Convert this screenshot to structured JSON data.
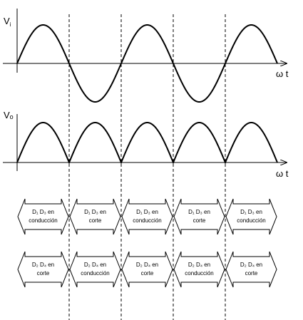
{
  "plot_top": {
    "y_label_main": "V",
    "y_label_sub": "i",
    "x_label": "ω t"
  },
  "plot_bottom": {
    "y_label_main": "V",
    "y_label_sub": "o",
    "x_label": "ω t"
  },
  "row1": [
    {
      "line1": "D₁ D₃ en",
      "line2": "conducción"
    },
    {
      "line1": "D₁ D₃ en",
      "line2": "corte"
    },
    {
      "line1": "D₁ D₃ en",
      "line2": "conducción"
    },
    {
      "line1": "D₁ D₃ en",
      "line2": "corte"
    },
    {
      "line1": "D₁ D₃ en",
      "line2": "conducción"
    }
  ],
  "row2": [
    {
      "line1": "D₂ D₄ en",
      "line2": "corte"
    },
    {
      "line1": "D₂ D₄ en",
      "line2": "conducción"
    },
    {
      "line1": "D₂ D₄ en",
      "line2": "corte"
    },
    {
      "line1": "D₂ D₄ en",
      "line2": "conducción"
    },
    {
      "line1": "D₂ D₄ en",
      "line2": "corte"
    }
  ]
}
